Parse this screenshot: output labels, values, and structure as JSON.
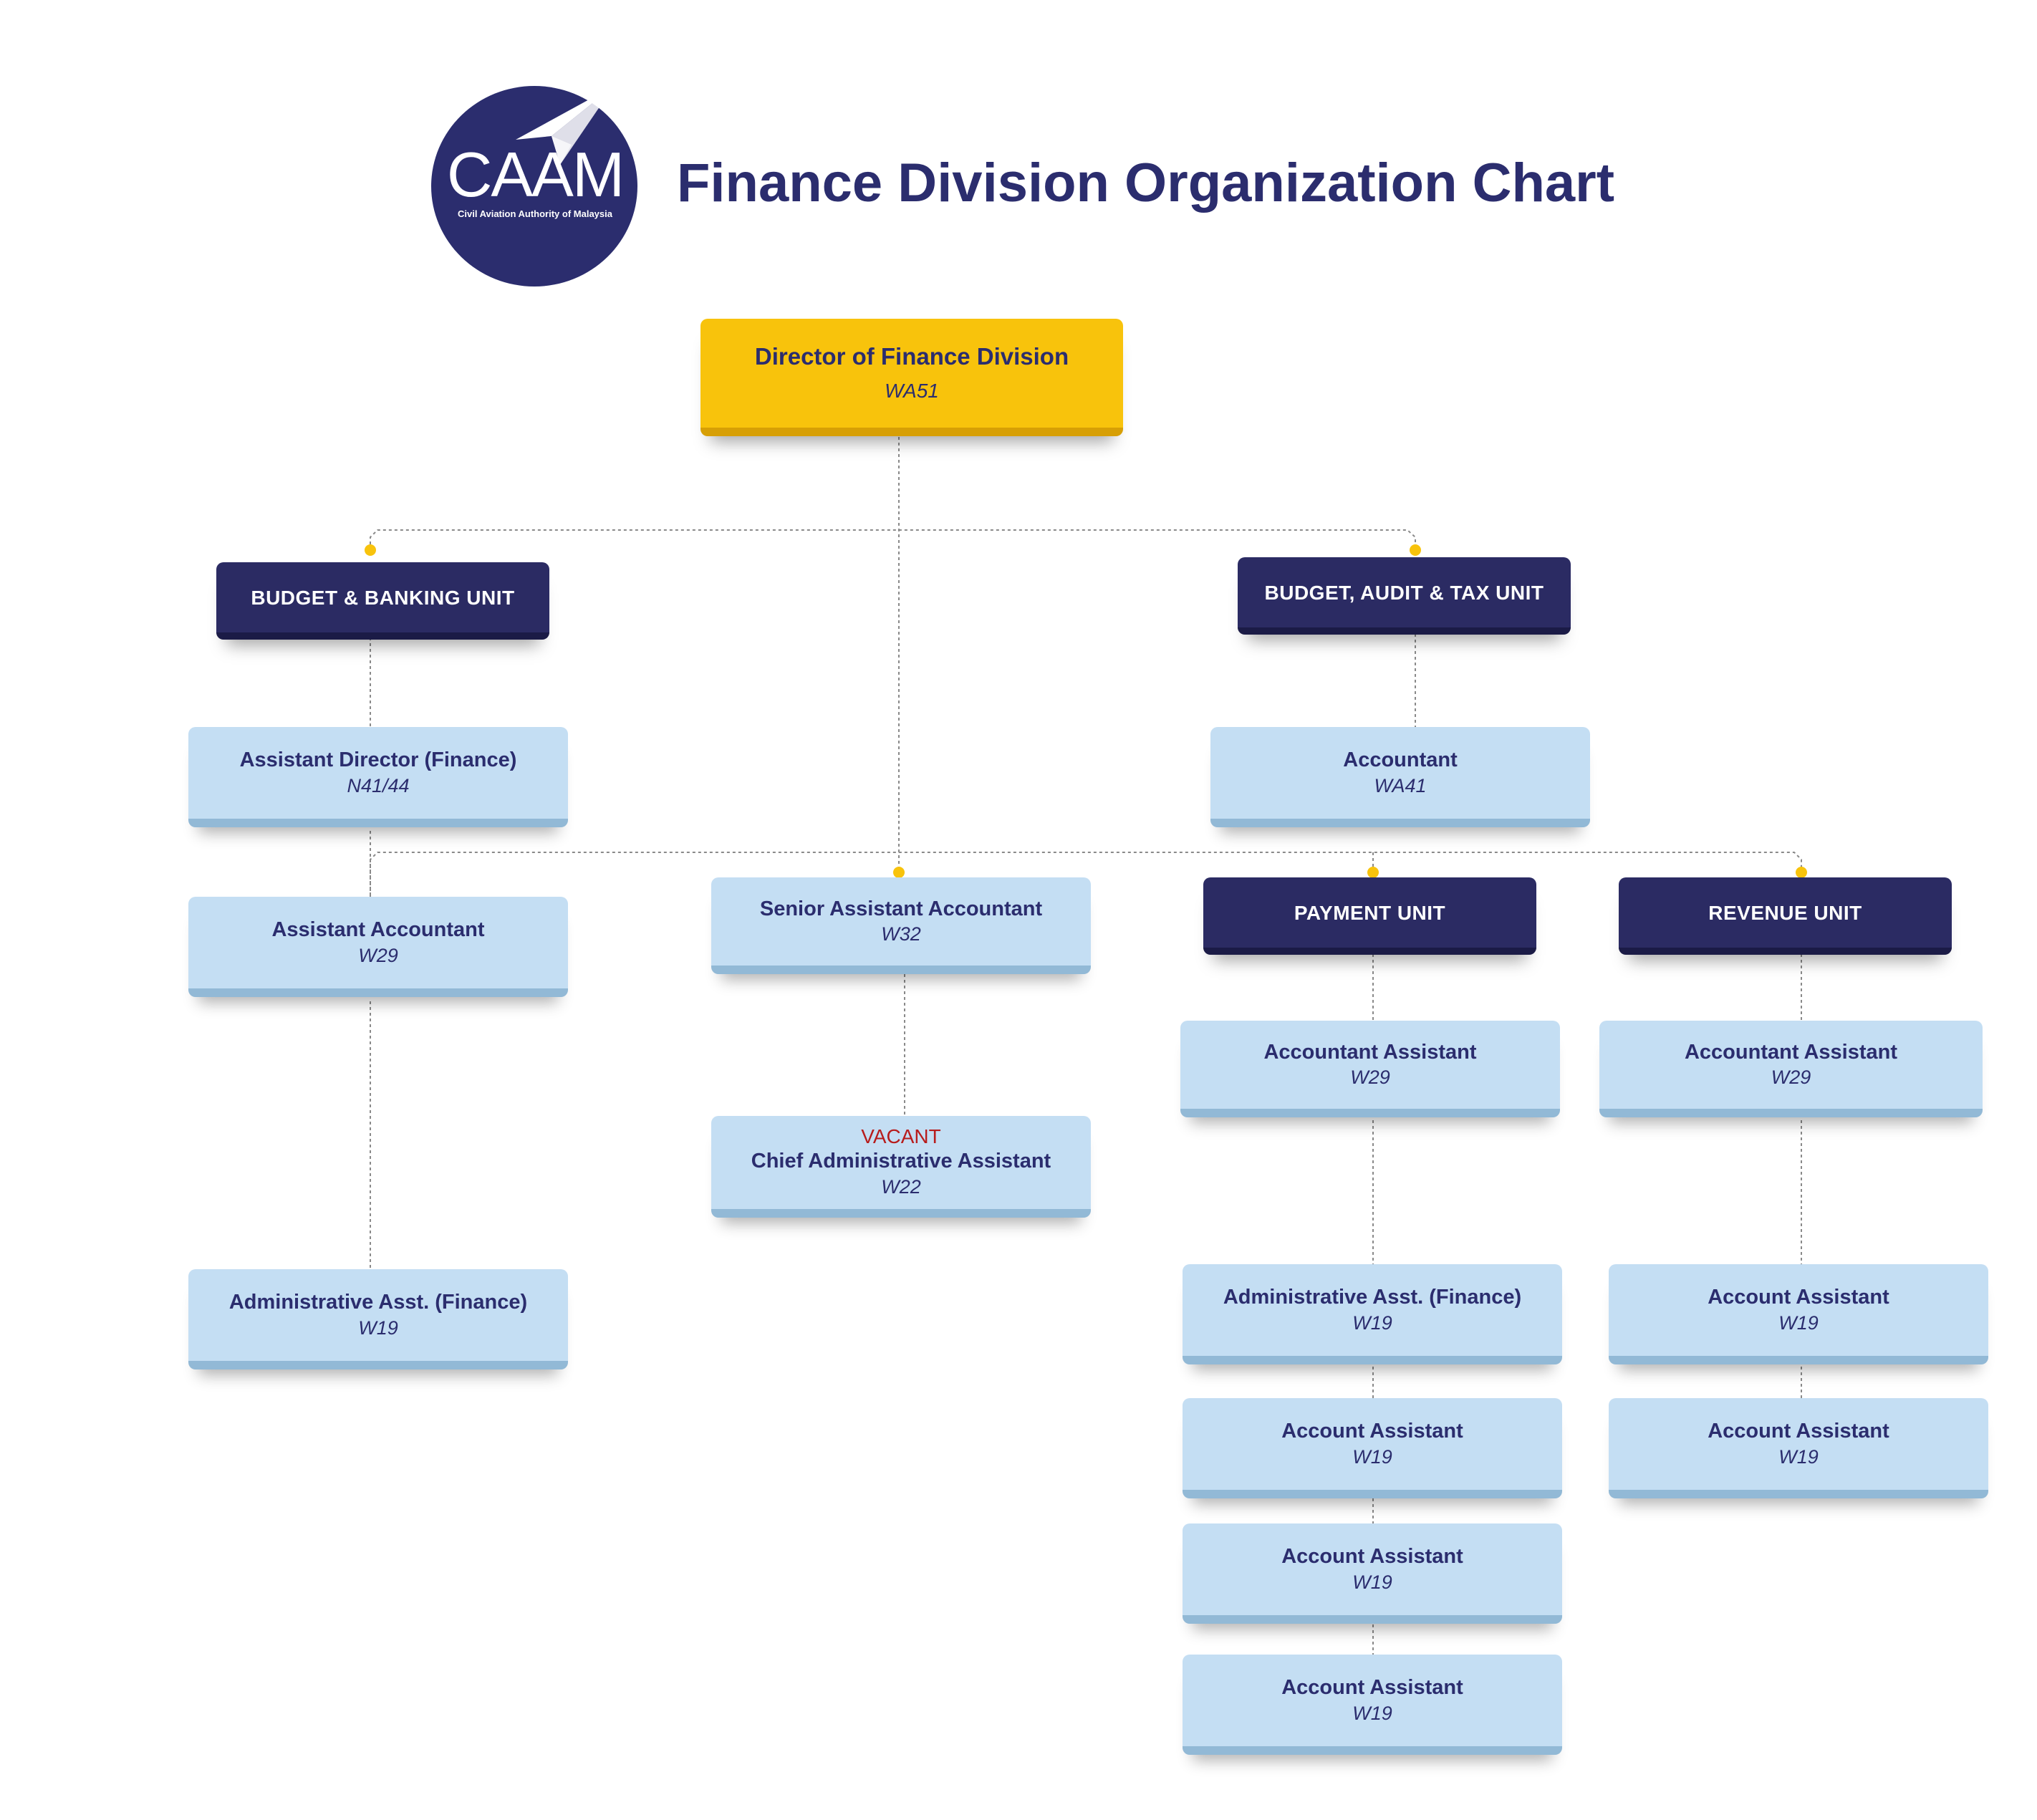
{
  "header": {
    "logo_text": "CAAM",
    "logo_subtext": "Civil Aviation Authority of Malaysia",
    "title": "Finance Division Organization Chart"
  },
  "colors": {
    "navy": "#2b2d6e",
    "unit_box": "#2b2b63",
    "director_box": "#f8c30c",
    "position_box": "#c4def3",
    "vacant_text": "#b71c1c",
    "connector_dot": "#f8c30c"
  },
  "director": {
    "name": "Director of Finance Division",
    "grade": "WA51"
  },
  "units": {
    "budget_banking": {
      "name": "BUDGET & BANKING UNIT"
    },
    "budget_audit_tax": {
      "name": "BUDGET, AUDIT & TAX UNIT"
    },
    "payment": {
      "name": "PAYMENT UNIT"
    },
    "revenue": {
      "name": "REVENUE UNIT"
    }
  },
  "positions": {
    "asst_director": {
      "name": "Assistant Director (Finance)",
      "grade": "N41/44"
    },
    "asst_accountant": {
      "name": "Assistant Accountant",
      "grade": "W29"
    },
    "admin_asst_bb": {
      "name": "Administrative Asst. (Finance)",
      "grade": "W19"
    },
    "accountant": {
      "name": "Accountant",
      "grade": "WA41"
    },
    "senior_asst_accountant": {
      "name": "Senior Assistant Accountant",
      "grade": "W32"
    },
    "chief_admin_asst": {
      "status": "VACANT",
      "name": "Chief Administrative Assistant",
      "grade": "W22"
    },
    "pay_accountant_asst": {
      "name": "Accountant Assistant",
      "grade": "W29"
    },
    "pay_admin_asst": {
      "name": "Administrative Asst. (Finance)",
      "grade": "W19"
    },
    "pay_account_asst_1": {
      "name": "Account Assistant",
      "grade": "W19"
    },
    "pay_account_asst_2": {
      "name": "Account Assistant",
      "grade": "W19"
    },
    "pay_account_asst_3": {
      "name": "Account Assistant",
      "grade": "W19"
    },
    "rev_accountant_asst": {
      "name": "Accountant Assistant",
      "grade": "W29"
    },
    "rev_account_asst_1": {
      "name": "Account Assistant",
      "grade": "W19"
    },
    "rev_account_asst_2": {
      "name": "Account Assistant",
      "grade": "W19"
    }
  }
}
